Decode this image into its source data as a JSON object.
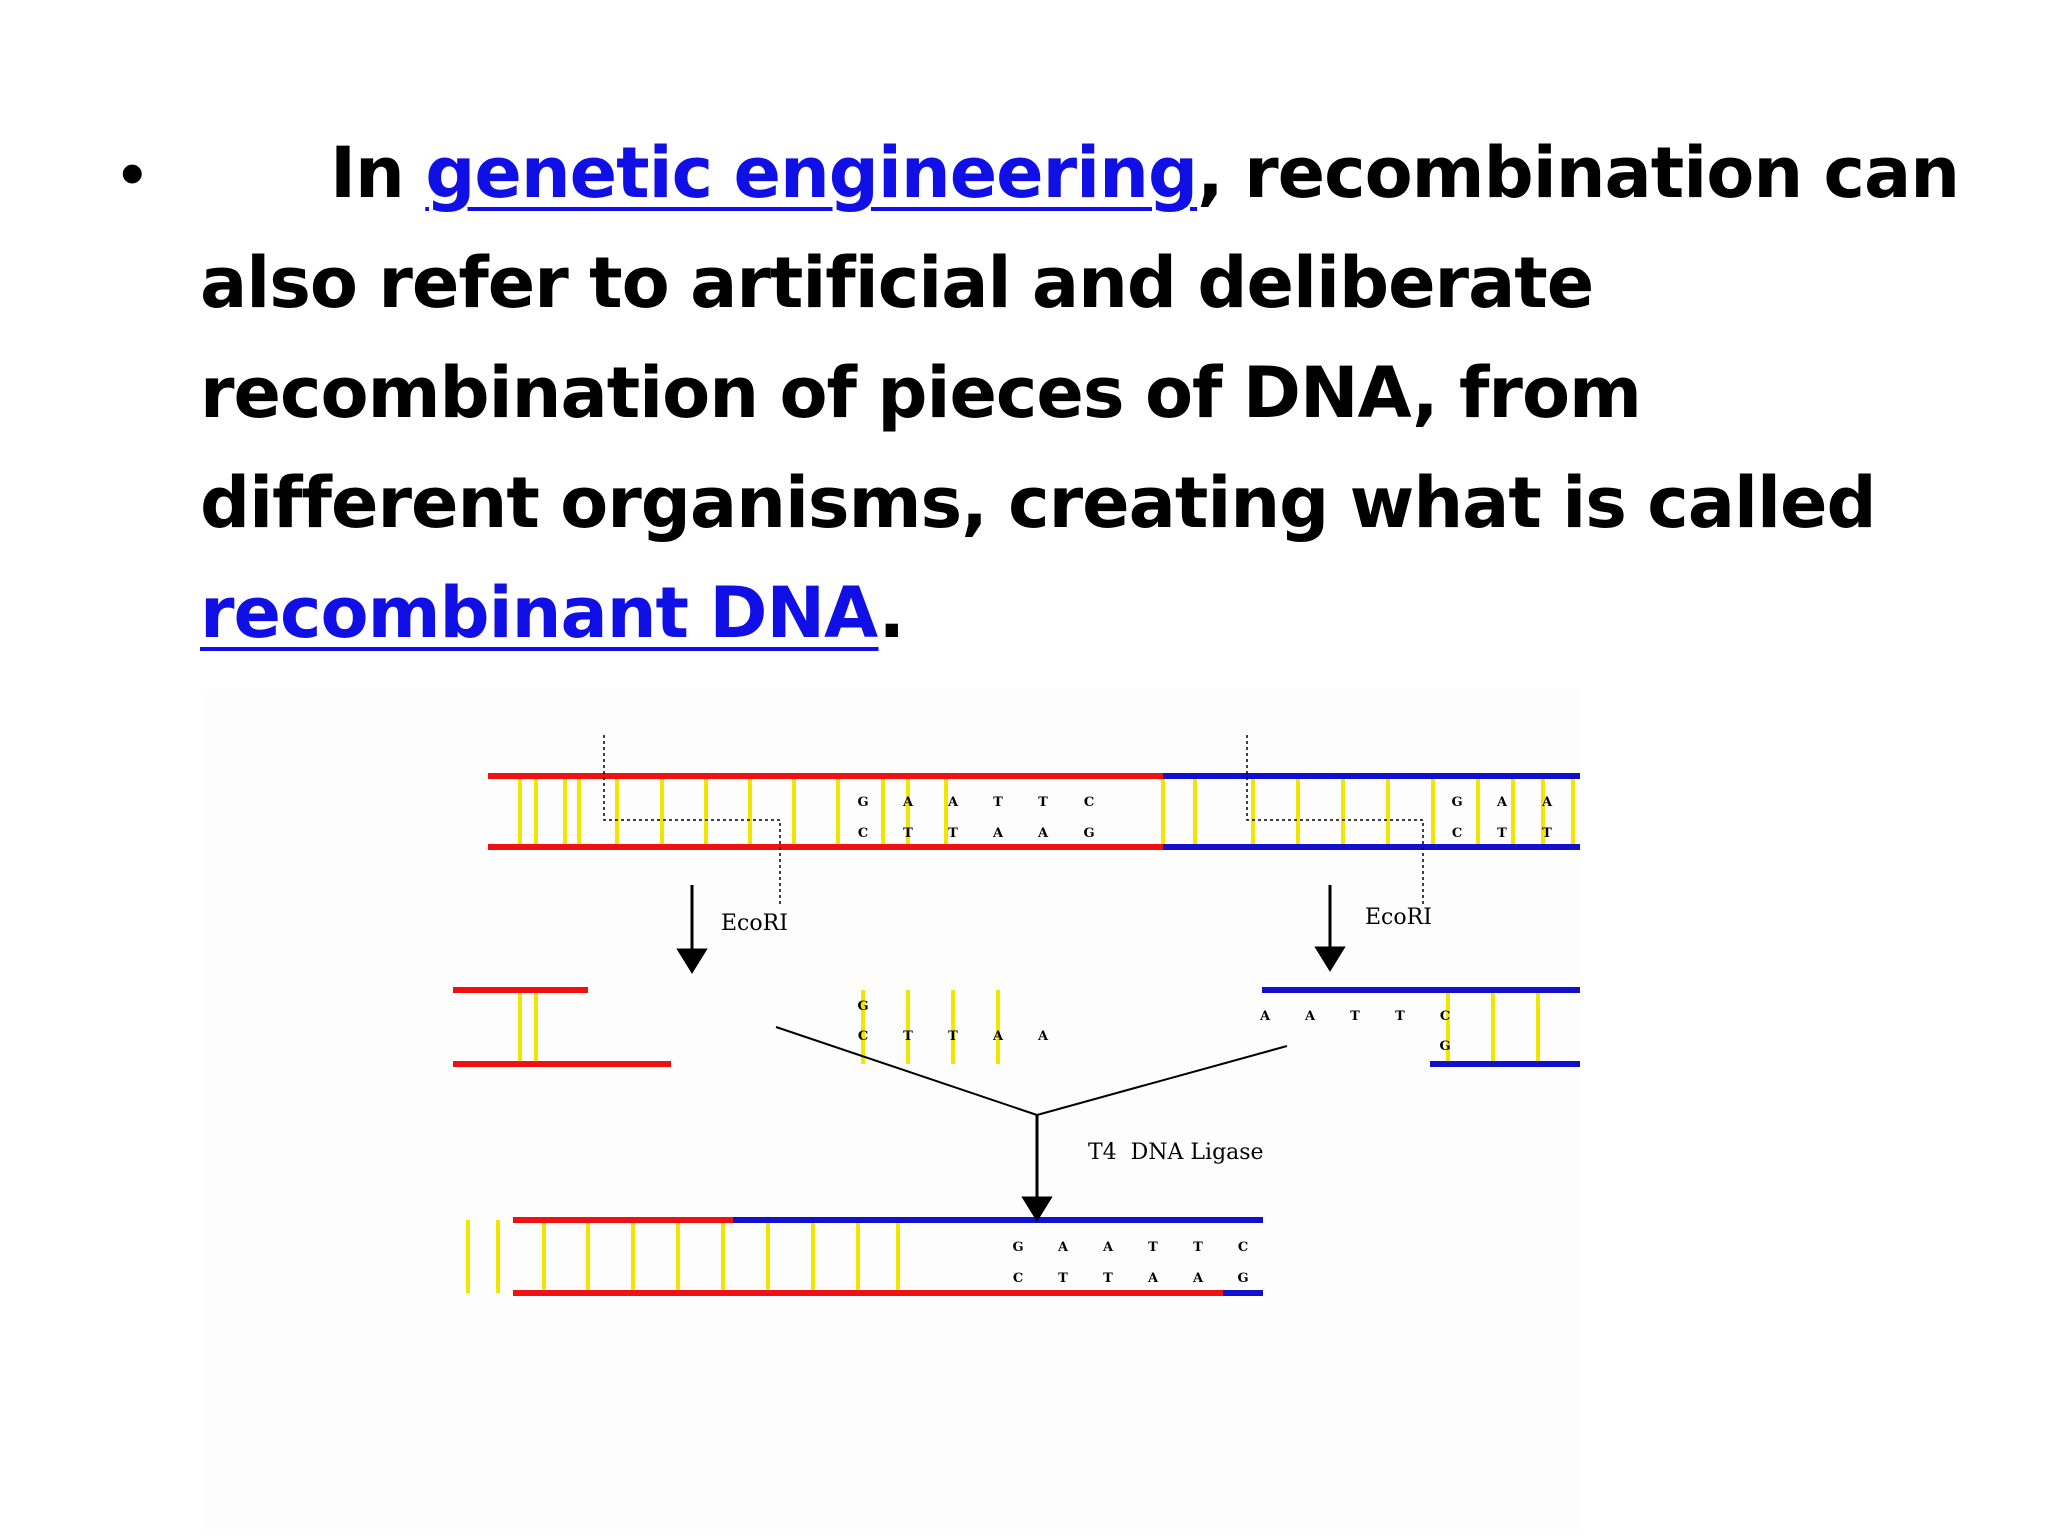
{
  "slide": {
    "bullet": "•",
    "text_lead": "In ",
    "link1": "genetic engineering",
    "text_mid": ", recombination can also refer to artificial and deliberate recombination of pieces of DNA, from different organisms, creating what is called ",
    "link2": "recombinant DNA",
    "text_end": "."
  },
  "diagram": {
    "enzyme_label_left": "EcoRI",
    "enzyme_label_right": "EcoRI",
    "ligase_label": "T4  DNA Ligase",
    "strand_top_bases": [
      "G",
      "A",
      "A",
      "T",
      "T",
      "C"
    ],
    "strand_bottom_bases": [
      "C",
      "T",
      "T",
      "A",
      "A",
      "G"
    ],
    "left_fragment_top": [
      "G"
    ],
    "left_fragment_bottom": [
      "C",
      "T",
      "T",
      "A",
      "A"
    ],
    "right_fragment_top": [
      "A",
      "A",
      "T",
      "T",
      "C"
    ],
    "right_fragment_bottom": [
      "G"
    ],
    "colors": {
      "strand_a": "#ee1111",
      "strand_b": "#1111cc",
      "rung": "#f2e600",
      "link": "#1010e6"
    }
  }
}
